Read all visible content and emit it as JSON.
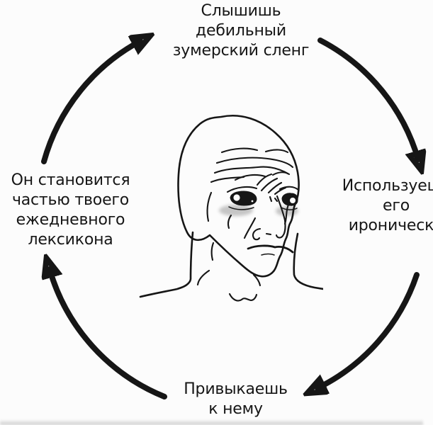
{
  "colors": {
    "bg": "#fcfcfc",
    "ink": "#161616",
    "shadow": "#8f8f8f"
  },
  "diagram": {
    "type": "cycle",
    "direction": "clockwise",
    "steps": [
      {
        "position": "top",
        "label": "Слышишь\nдебильный\nзумерский сленг"
      },
      {
        "position": "right",
        "label": "Используешь\nего\nиронически"
      },
      {
        "position": "bottom",
        "label": "Привыкаешь\nк нему"
      },
      {
        "position": "left",
        "label": "Он становится\nчастью твоего\nежедневного\nлексикона"
      }
    ]
  },
  "center": {
    "figure": "sad-wojak-face"
  }
}
